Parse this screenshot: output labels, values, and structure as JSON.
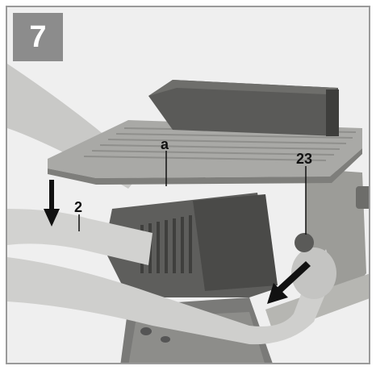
{
  "figure": {
    "step_number": "7",
    "labels": {
      "a": "a",
      "part_23": "23",
      "part_2": "2"
    },
    "colors": {
      "frame": "#9a9a9a",
      "badge": "#8c8c8c",
      "badge_text": "#ffffff",
      "callout_text": "#111111"
    }
  }
}
